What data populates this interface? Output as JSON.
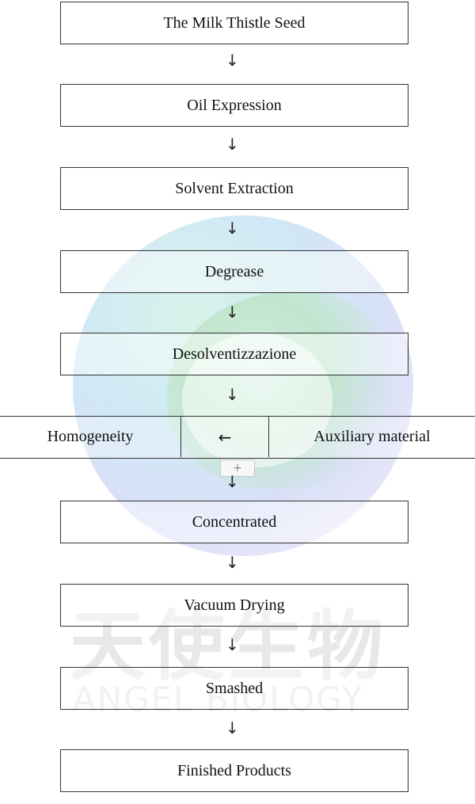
{
  "watermark": {
    "chinese_text": "天使生物",
    "english_text": "ANGEL BIOLOGY"
  },
  "flow": {
    "steps": [
      "The Milk Thistle Seed",
      "Oil Expression",
      "Solvent Extraction",
      "Degrease",
      "Desolventizzazione",
      "Concentrated",
      "Vacuum Drying",
      "Smashed",
      "Finished Products"
    ],
    "arrow_symbol": "↓",
    "side_row": {
      "left": "Homogeneity",
      "middle": "←",
      "right": "Auxiliary material"
    },
    "plus_label": "+"
  }
}
